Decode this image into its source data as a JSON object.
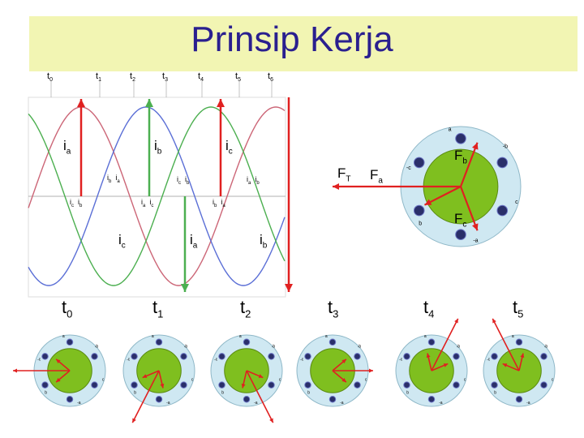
{
  "title": "Prinsip Kerja",
  "top_times": [
    {
      "base": "t",
      "sub": "0"
    },
    {
      "base": "t",
      "sub": "1"
    },
    {
      "base": "t",
      "sub": "2"
    },
    {
      "base": "t",
      "sub": "3"
    },
    {
      "base": "t",
      "sub": "4"
    },
    {
      "base": "t",
      "sub": "5"
    },
    {
      "base": "t",
      "sub": "6"
    }
  ],
  "bottom_times": [
    {
      "base": "t",
      "sub": "0"
    },
    {
      "base": "t",
      "sub": "1"
    },
    {
      "base": "t",
      "sub": "2"
    },
    {
      "base": "t",
      "sub": "3"
    },
    {
      "base": "t",
      "sub": "4"
    },
    {
      "base": "t",
      "sub": "5"
    }
  ],
  "currents": {
    "ia": {
      "base": "i",
      "sub": "a"
    },
    "ib": {
      "base": "i",
      "sub": "b"
    },
    "ic": {
      "base": "i",
      "sub": "c"
    }
  },
  "forces": {
    "FT": {
      "base": "F",
      "sub": "T"
    },
    "Fa": {
      "base": "F",
      "sub": "a"
    },
    "Fb": {
      "base": "F",
      "sub": "b"
    },
    "Fc": {
      "base": "F",
      "sub": "c"
    }
  },
  "small_labels": {
    "ib_ia": "i b  i a",
    "ic_ib": "i c  i b",
    "ia_ib": "i a  i b",
    "ic_ib2": "i c  i b",
    "ia_ic": "i a  i c",
    "ib_ia2": "i b  i a"
  },
  "coil_labels": [
    "a",
    "-b",
    "c",
    "-a",
    "b",
    "-c"
  ],
  "colors": {
    "banner": "#f2f5b3",
    "title": "#2a1f8f",
    "phase_a": "#cc6677",
    "phase_b": "#5b6fd6",
    "phase_c": "#4caf50",
    "arrow": "#e02020",
    "rotor": "#7fbf1f",
    "stator": "#cfe8f2"
  }
}
